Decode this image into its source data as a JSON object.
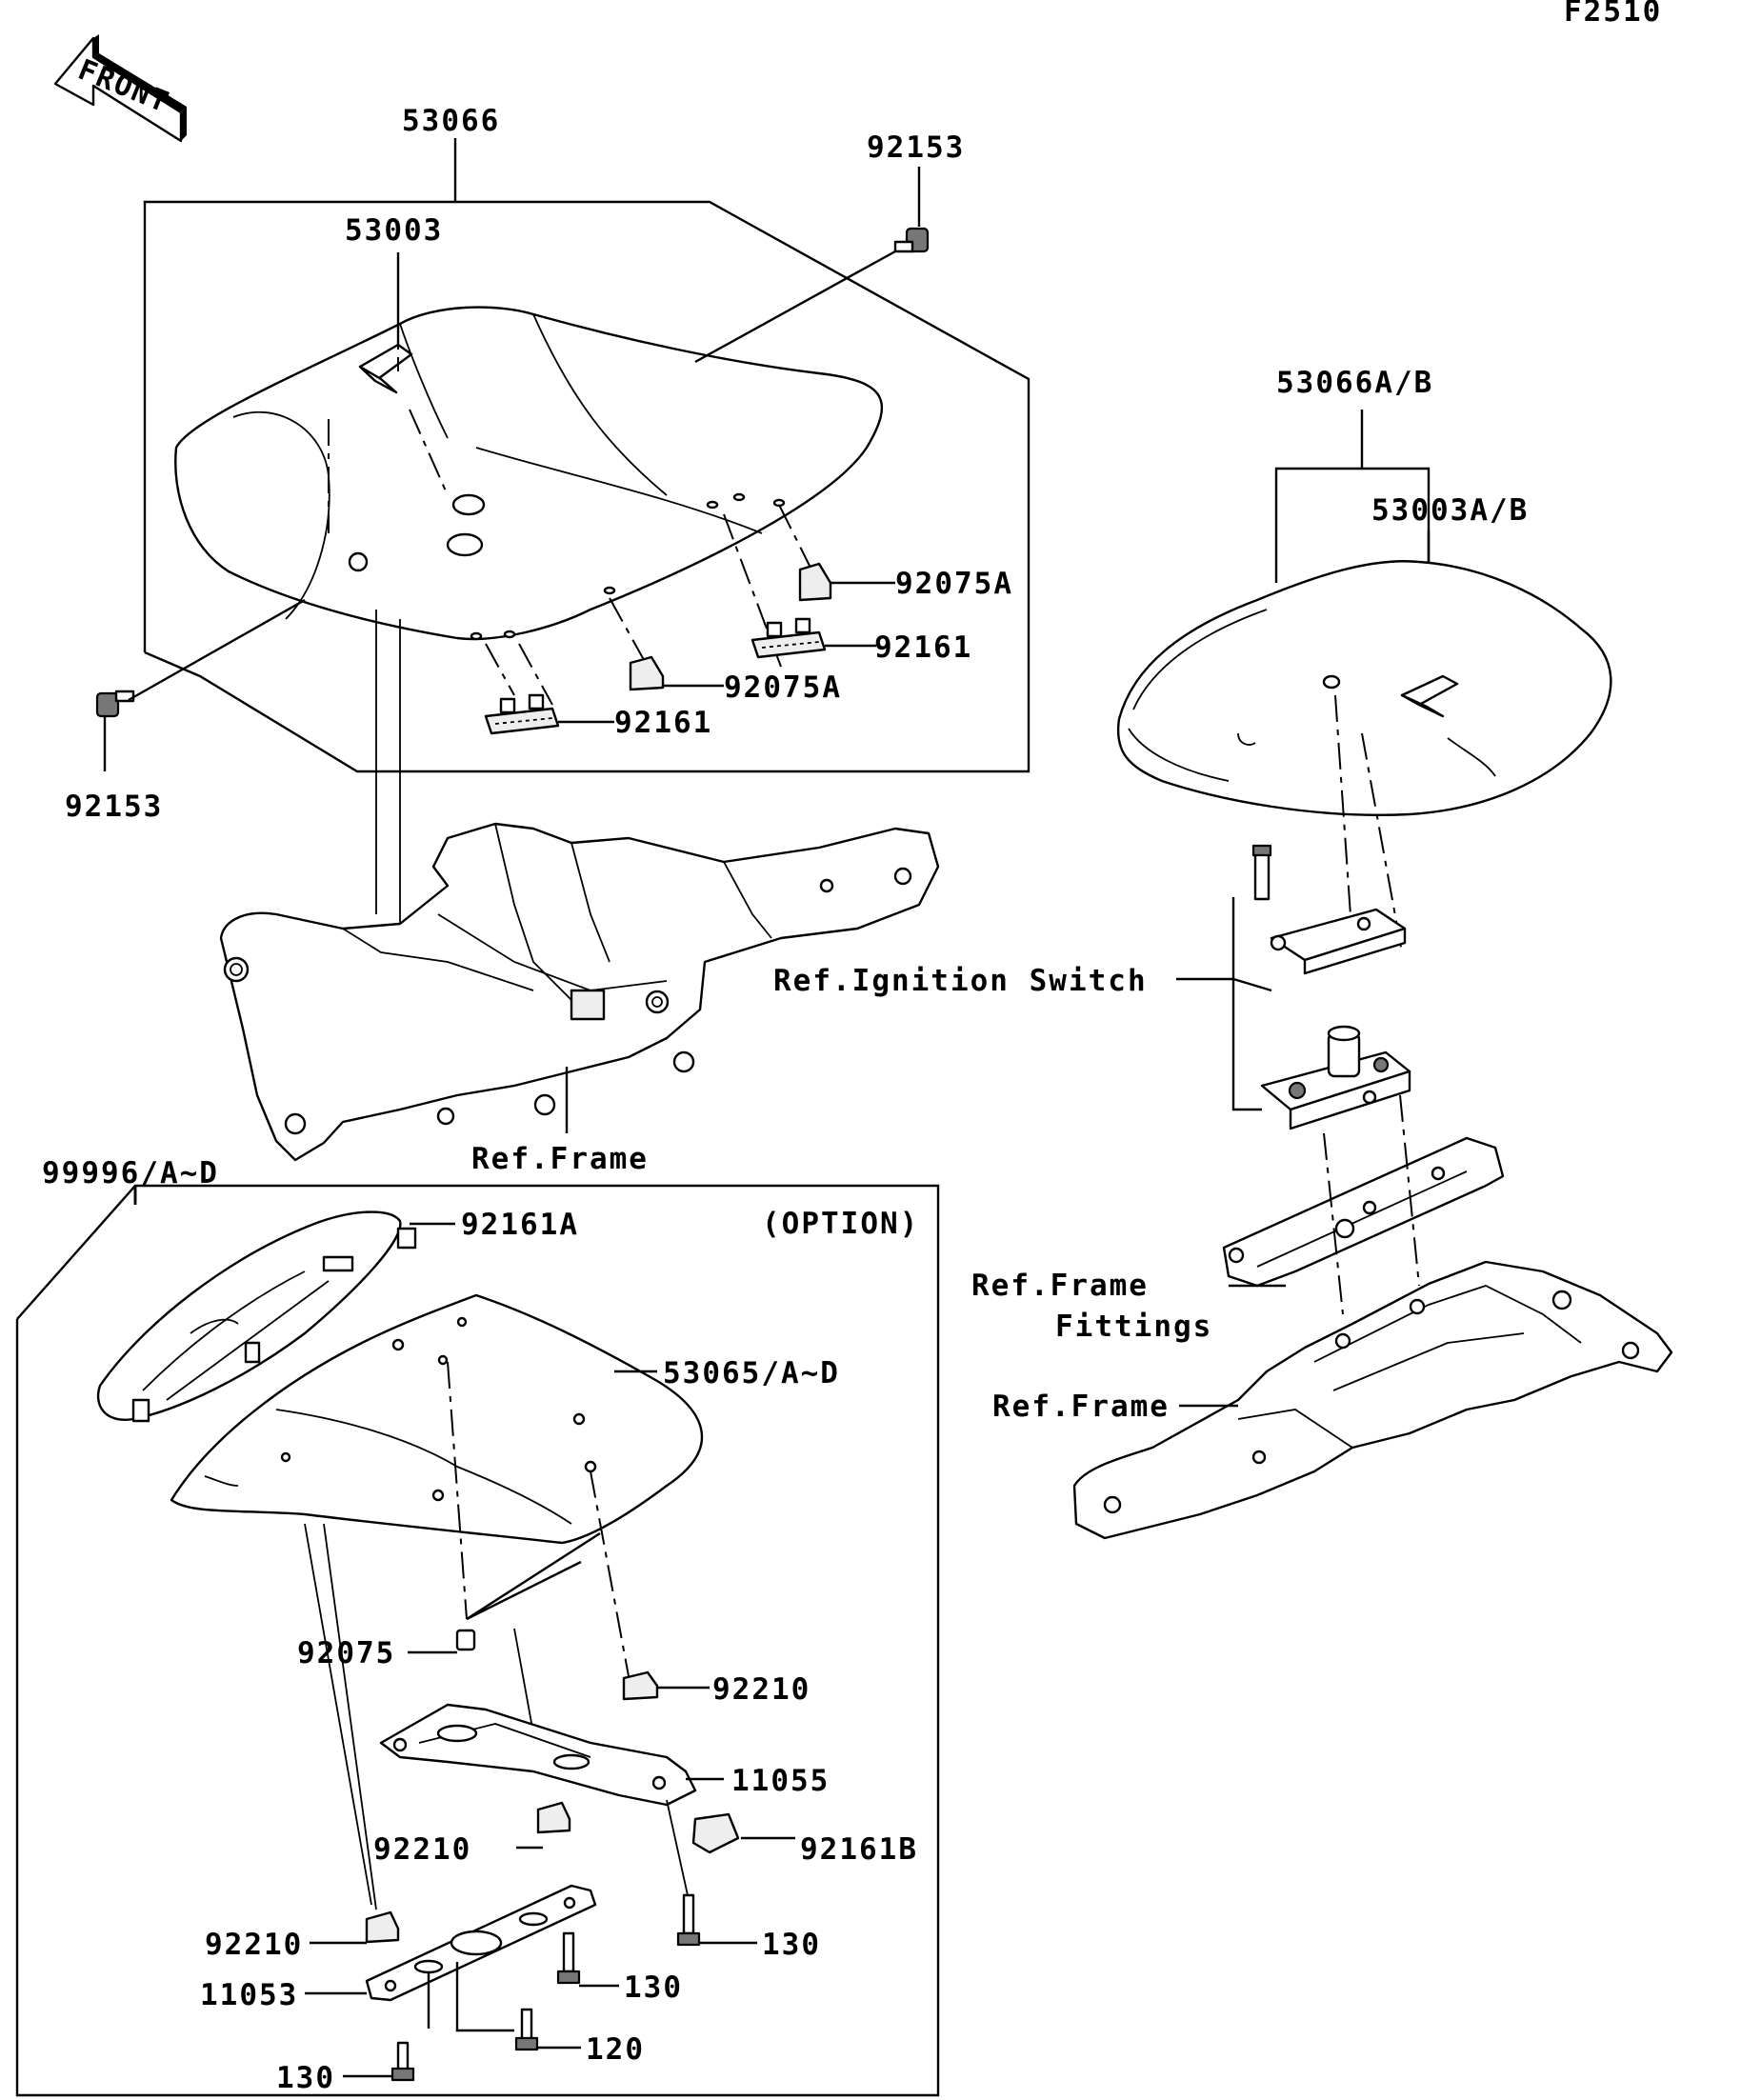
{
  "figure_code": "F2510",
  "front_label": "FRONT",
  "option_label": "(OPTION)",
  "callouts": {
    "c53066": "53066",
    "c53003": "53003",
    "c92153_top": "92153",
    "c92153_left": "92153",
    "c92075A_1": "92075A",
    "c92075A_2": "92075A",
    "c92161_1": "92161",
    "c92161_2": "92161",
    "c53066AB": "53066A/B",
    "c53003AB": "53003A/B",
    "ref_ignition": "Ref.Ignition Switch",
    "ref_frame_1": "Ref.Frame",
    "ref_frame_fittings_1": "Ref.Frame",
    "ref_frame_fittings_2": "Fittings",
    "ref_frame_2": "Ref.Frame",
    "c99996": "99996/A~D",
    "c92161A": "92161A",
    "c53065": "53065/A~D",
    "c92075": "92075",
    "c92210_1": "92210",
    "c11055": "11055",
    "c92210_2": "92210",
    "c92161B": "92161B",
    "c92210_3": "92210",
    "c130_1": "130",
    "c11053": "11053",
    "c130_2": "130",
    "c120": "120",
    "c130_3": "130"
  }
}
